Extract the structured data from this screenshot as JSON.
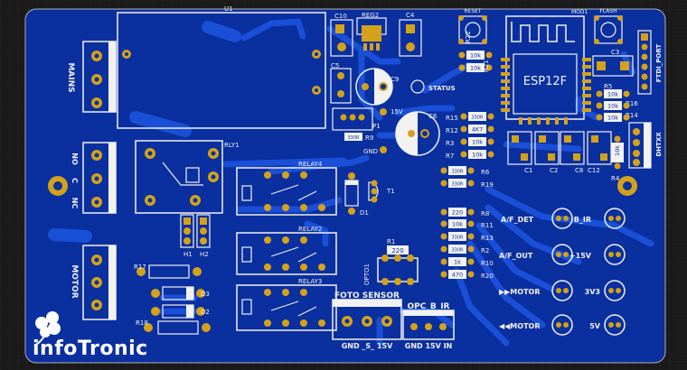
{
  "colors": {
    "background": "#1a1a1a",
    "board": "#0a2f9e",
    "copper": "#1a4fd8",
    "silkscreen": "#f2f2f2",
    "pad": "#d4a21a"
  },
  "board": {
    "brand": "infoTronic",
    "logo_icon": "clover-icon"
  },
  "modules": {
    "u1": "U1",
    "reg2": "REG2",
    "c10": "C10",
    "c4": "C4",
    "reset": "RESET",
    "mod1": "MOD1",
    "flash": "FLASH",
    "ftdi_port": "FTDI_PORT",
    "esp": "ESP12F",
    "c5": "C5",
    "c9": "C9",
    "status": "STATUS",
    "c3": "C3",
    "r5": "R5",
    "r16": "R16",
    "r14": "R14",
    "c6": "C6",
    "r15": "R15",
    "r12": "R12",
    "r3": "R3",
    "r7": "R7",
    "p1": "P1",
    "r9": "R9",
    "v15": "15V",
    "gnd": "GND",
    "r9_val": "330R",
    "r21": "R21",
    "r22": "R22",
    "dhtxx": "DHTXX",
    "r4": "R4",
    "c1": "C1",
    "c2": "C2",
    "c8": "C8",
    "c12": "C12",
    "r6": "R6",
    "r19": "R19",
    "rly1": "RLY1",
    "relay4": "RELAY4",
    "relay2": "RELAY2",
    "relay3": "RELAY3",
    "t1": "T1",
    "d1": "D1",
    "h1": "H1",
    "h2": "H2",
    "r8": "R8",
    "r11": "R11",
    "r13": "R13",
    "r2": "R2",
    "r10": "R10",
    "r20": "R20",
    "r1": "R1",
    "r1_val": "220",
    "opto1": "OPTO1",
    "r17": "R17",
    "r18": "R18",
    "d2": "D2",
    "d3": "D3"
  },
  "resistor_values": {
    "r22": "10k",
    "r21": "10k",
    "r15": "330R",
    "r12": "4K7",
    "r3": "10k",
    "r7": "10k",
    "r6": "330R",
    "r19": "330R",
    "r5": "10k",
    "r16": "10k",
    "r14": "10k",
    "r4": "10k",
    "r8": "220",
    "r11": "10k",
    "r13": "330R",
    "r2": "330R",
    "r10": "1k",
    "r20": "470"
  },
  "connectors": {
    "mains": "MAINS",
    "no": "NO",
    "c": "C",
    "nc": "NC",
    "motor": "MOTOR",
    "foto": "FOTO SENSOR",
    "foto_pins": "GND _S_ 15V",
    "opc": "OPC_B_IR",
    "opc_pins": "GND 15V IN"
  },
  "leds": {
    "af_det": "A/F_DET",
    "b_ir": "B_IR",
    "af_out": "A/F_OUT",
    "plus15": "+15V",
    "motor_fwd": "▶▶MOTOR",
    "v3v3": "3V3",
    "motor_rev": "◀◀MOTOR",
    "v5": "5V"
  }
}
